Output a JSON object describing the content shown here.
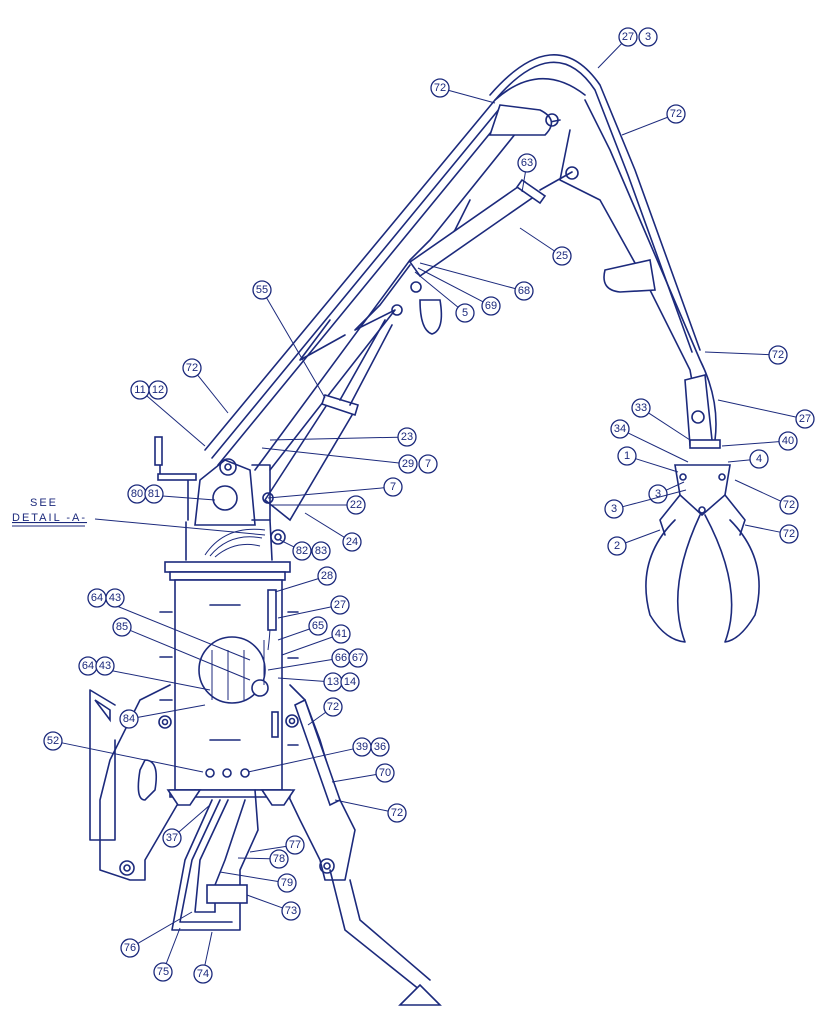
{
  "title": "Log loader crane parts diagram",
  "note": {
    "line1": "SEE",
    "line2": "DETAIL -A-"
  },
  "colors": {
    "ink": "#1c2a7c",
    "paper": "#ffffff"
  },
  "callouts": [
    "27",
    "3",
    "72",
    "72",
    "63",
    "25",
    "68",
    "69",
    "5",
    "55",
    "72",
    "11",
    "12",
    "23",
    "29",
    "7",
    "7",
    "22",
    "80",
    "81",
    "24",
    "82",
    "83",
    "28",
    "64",
    "43",
    "27",
    "65",
    "41",
    "85",
    "66",
    "67",
    "64",
    "43",
    "13",
    "14",
    "84",
    "72",
    "52",
    "39",
    "36",
    "70",
    "72",
    "37",
    "77",
    "78",
    "79",
    "73",
    "76",
    "75",
    "74",
    "72",
    "27",
    "33",
    "34",
    "40",
    "1",
    "4",
    "3",
    "3",
    "72",
    "2",
    "72"
  ]
}
